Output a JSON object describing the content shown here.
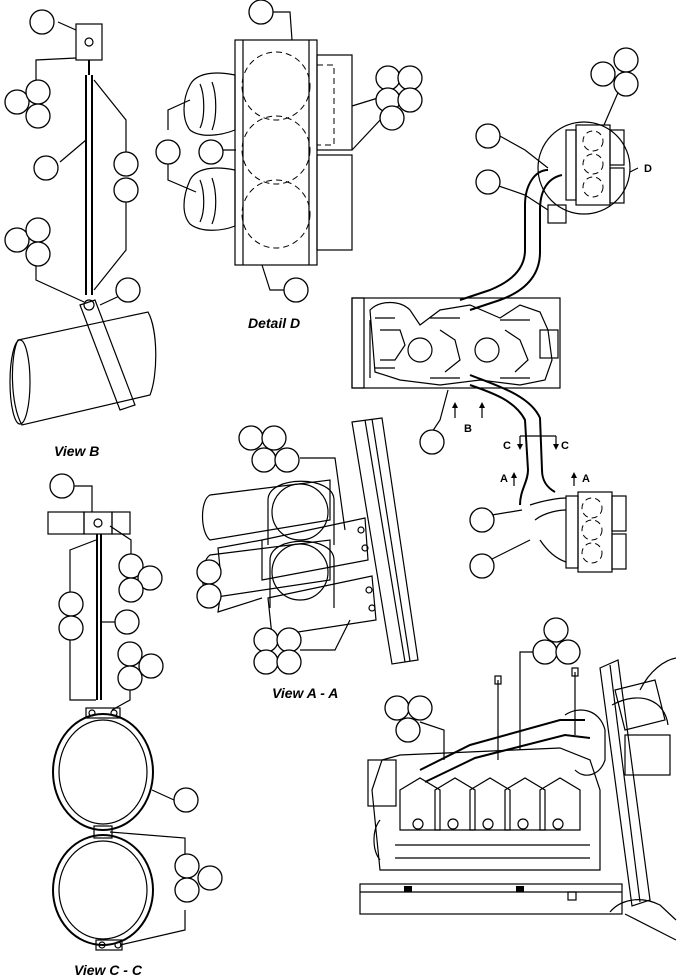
{
  "labels": {
    "view_b": "View B",
    "detail_d": "Detail D",
    "view_aa": "View A - A",
    "view_cc": "View C - C",
    "sec_b": "B",
    "sec_c_left": "C",
    "sec_c_right": "C",
    "sec_a_left": "A",
    "sec_a_right": "A",
    "sec_d": "D"
  }
}
